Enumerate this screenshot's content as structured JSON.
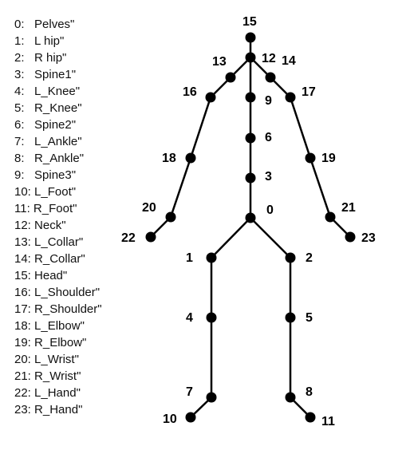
{
  "legend": [
    {
      "index": "0:",
      "name": "Pelves\""
    },
    {
      "index": "1:",
      "name": "L hip\""
    },
    {
      "index": "2:",
      "name": "R hip\""
    },
    {
      "index": "3:",
      "name": "Spine1\""
    },
    {
      "index": "4:",
      "name": "L_Knee\""
    },
    {
      "index": "5:",
      "name": "R_Knee\""
    },
    {
      "index": "6:",
      "name": "Spine2\""
    },
    {
      "index": "7:",
      "name": "L_Ankle\""
    },
    {
      "index": "8:",
      "name": "R_Ankle\""
    },
    {
      "index": "9:",
      "name": "Spine3\""
    },
    {
      "index": "10:",
      "name": "L_Foot\""
    },
    {
      "index": "11:",
      "name": "R_Foot\""
    },
    {
      "index": "12:",
      "name": "Neck\""
    },
    {
      "index": "13:",
      "name": "L_Collar\""
    },
    {
      "index": "14:",
      "name": "R_Collar\""
    },
    {
      "index": "15:",
      "name": "Head\""
    },
    {
      "index": "16:",
      "name": "L_Shoulder\""
    },
    {
      "index": "17:",
      "name": "R_Shoulder\""
    },
    {
      "index": "18:",
      "name": "L_Elbow\""
    },
    {
      "index": "19:",
      "name": "R_Elbow\""
    },
    {
      "index": "20:",
      "name": "L_Wrist\""
    },
    {
      "index": "21:",
      "name": "R_Wrist\""
    },
    {
      "index": "22:",
      "name": "L_Hand\""
    },
    {
      "index": "23:",
      "name": "R_Hand\""
    }
  ],
  "joints": [
    {
      "id": 0,
      "label": "0"
    },
    {
      "id": 1,
      "label": "1"
    },
    {
      "id": 2,
      "label": "2"
    },
    {
      "id": 3,
      "label": "3"
    },
    {
      "id": 4,
      "label": "4"
    },
    {
      "id": 5,
      "label": "5"
    },
    {
      "id": 6,
      "label": "6"
    },
    {
      "id": 7,
      "label": "7"
    },
    {
      "id": 8,
      "label": "8"
    },
    {
      "id": 9,
      "label": "9"
    },
    {
      "id": 10,
      "label": "10"
    },
    {
      "id": 11,
      "label": "11"
    },
    {
      "id": 12,
      "label": "12"
    },
    {
      "id": 13,
      "label": "13"
    },
    {
      "id": 14,
      "label": "14"
    },
    {
      "id": 15,
      "label": "15"
    },
    {
      "id": 16,
      "label": "16"
    },
    {
      "id": 17,
      "label": "17"
    },
    {
      "id": 18,
      "label": "18"
    },
    {
      "id": 19,
      "label": "19"
    },
    {
      "id": 20,
      "label": "20"
    },
    {
      "id": 21,
      "label": "21"
    },
    {
      "id": 22,
      "label": "22"
    },
    {
      "id": 23,
      "label": "23"
    }
  ],
  "bones": [
    [
      0,
      3
    ],
    [
      3,
      6
    ],
    [
      6,
      9
    ],
    [
      9,
      12
    ],
    [
      12,
      15
    ],
    [
      12,
      13
    ],
    [
      12,
      14
    ],
    [
      13,
      16
    ],
    [
      14,
      17
    ],
    [
      16,
      18
    ],
    [
      18,
      20
    ],
    [
      20,
      22
    ],
    [
      17,
      19
    ],
    [
      19,
      21
    ],
    [
      21,
      23
    ],
    [
      0,
      1
    ],
    [
      0,
      2
    ],
    [
      1,
      4
    ],
    [
      4,
      7
    ],
    [
      7,
      10
    ],
    [
      2,
      5
    ],
    [
      5,
      8
    ],
    [
      8,
      11
    ]
  ],
  "colors": {
    "line": "#000000",
    "joint": "#000000",
    "text": "#111111"
  }
}
